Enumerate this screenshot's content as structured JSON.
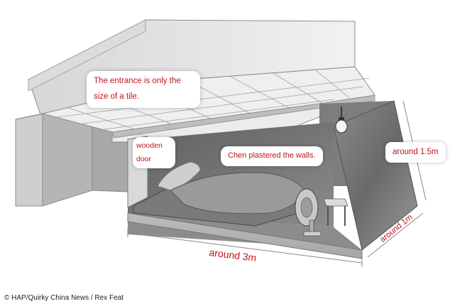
{
  "labels": {
    "entrance": "The entrance is only the size of a tile.",
    "door": "wooden door",
    "walls": "Chen plastered the walls.",
    "height": "around 1.5m",
    "length": "around 3m",
    "depth": "around 1m"
  },
  "credit": "© HAP/Quirky China News / Rex Feat",
  "colors": {
    "label_text": "#c0141c",
    "wall_light": "#e6e6e6",
    "wall_mid": "#c8c8c8",
    "wall_dark": "#7a7a7a",
    "room_interior": "#6e6e6e",
    "tile_floor": "#eaeaea"
  }
}
